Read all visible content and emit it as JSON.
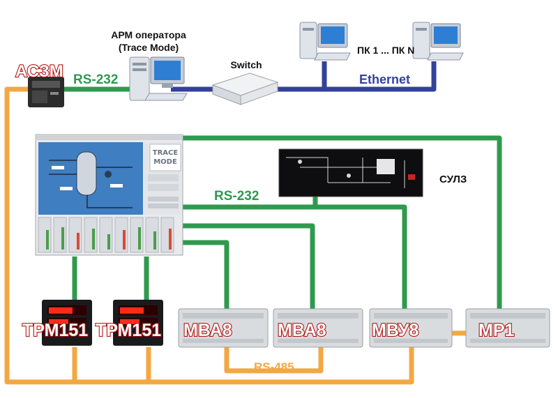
{
  "colors": {
    "rs232": "#2f9a4e",
    "ethernet": "#32429a",
    "rs485": "#f3a743",
    "device_label_fill": "#ffffff",
    "device_label_stroke": "#b21414"
  },
  "labels": {
    "asz": "АСЗМ",
    "rs232_top": "RS-232",
    "arm_line1": "АРМ оператора",
    "arm_line2": "(Trace Mode)",
    "switch": "Switch",
    "pc": "ПК 1 ... ПК N",
    "ethernet": "Ethernet",
    "sulz": "СУЛЗ",
    "rs232_mid": "RS-232",
    "rs485": "RS-485"
  },
  "devices": [
    {
      "label": "ТРМ151",
      "icon": "controller-panel-icon"
    },
    {
      "label": "ТРМ151",
      "icon": "controller-panel-icon"
    },
    {
      "label": "МВА8",
      "icon": "din-module-icon"
    },
    {
      "label": "МВА8",
      "icon": "din-module-icon"
    },
    {
      "label": "МВУ8",
      "icon": "din-module-icon"
    },
    {
      "label": "МР1",
      "icon": "din-module-icon"
    }
  ],
  "scada": {
    "logo_line1": "TRACE",
    "logo_line2": "MODE"
  }
}
